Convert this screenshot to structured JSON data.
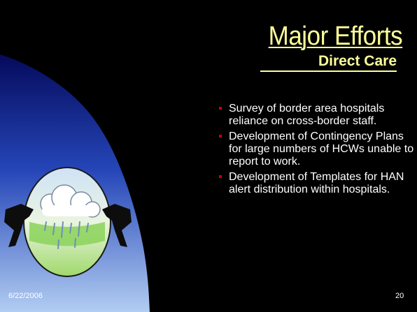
{
  "slide": {
    "title": "Major Efforts",
    "subtitle": "Direct Care",
    "bullets": [
      "Survey of border area hospitals reliance on cross-border staff.",
      "Development of Contingency Plans for large numbers of HCWs unable to report to work.",
      "Development of Templates for HAN alert distribution within hospitals."
    ],
    "footer": {
      "date": "6/22/2006",
      "page_number": "20"
    }
  },
  "colors": {
    "background": "#000000",
    "title": "#ffff99",
    "bullet_text": "#ffffff",
    "bullet_marker": "#cc0000",
    "arc_gradient_top": "#0a1670",
    "arc_gradient_bottom": "#a9c6ee"
  },
  "icons": {
    "decoration": "rain-cloud-over-globe-with-hands-icon"
  }
}
